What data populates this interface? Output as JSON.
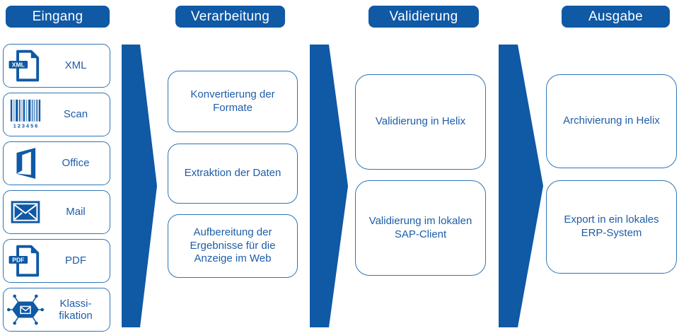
{
  "colors": {
    "primary_blue": "#0f59a5",
    "box_border_blue": "#2e75b6",
    "text_blue": "#1e5da8",
    "barcode_light_blue": "#7aa7d4"
  },
  "columns": {
    "eingang": {
      "header": "Eingang",
      "items": [
        {
          "label": "XML",
          "icon": "xml-file-icon",
          "badge": "XML"
        },
        {
          "label": "Scan",
          "icon": "barcode-icon",
          "digits": "1 2 3 4 5 6"
        },
        {
          "label": "Office",
          "icon": "office-logo-icon"
        },
        {
          "label": "Mail",
          "icon": "envelope-icon"
        },
        {
          "label": "PDF",
          "icon": "pdf-file-icon",
          "badge": "PDF"
        },
        {
          "label": "Klassi-fikation",
          "icon": "classification-icon"
        }
      ]
    },
    "verarbeitung": {
      "header": "Verarbeitung",
      "boxes": [
        "Konvertierung der Formate",
        "Extraktion der Daten",
        "Aufbereitung der Ergebnisse für die Anzeige im Web"
      ]
    },
    "validierung": {
      "header": "Validierung",
      "boxes": [
        "Validierung in Helix",
        "Validierung im lokalen SAP-Client"
      ]
    },
    "ausgabe": {
      "header": "Ausgabe",
      "boxes": [
        "Archivierung in Helix",
        "Export in ein lokales ERP-System"
      ]
    }
  }
}
